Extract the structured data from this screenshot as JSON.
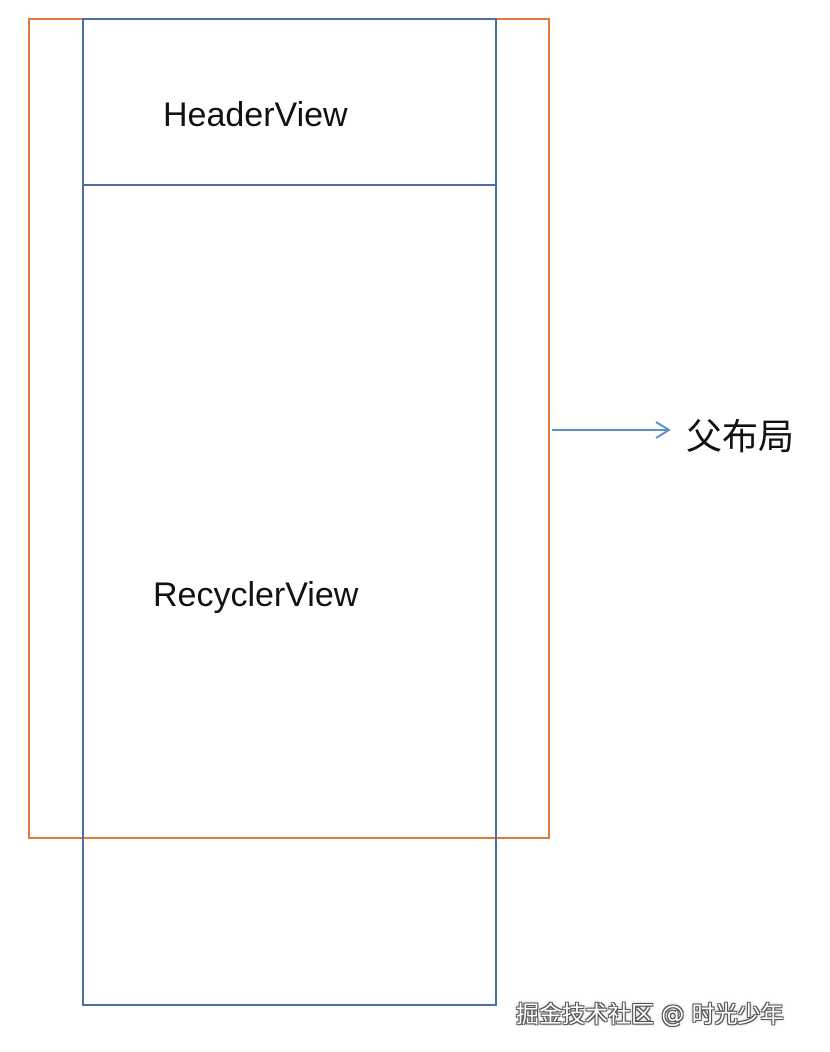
{
  "diagram": {
    "header_view_label": "HeaderView",
    "recycler_view_label": "RecyclerView",
    "parent_layout_label": "父布局",
    "colors": {
      "parent_border": "#e07b39",
      "view_border": "#4a6fa5",
      "arrow": "#5b8fc9"
    }
  },
  "watermark": "掘金技术社区 @ 时光少年"
}
